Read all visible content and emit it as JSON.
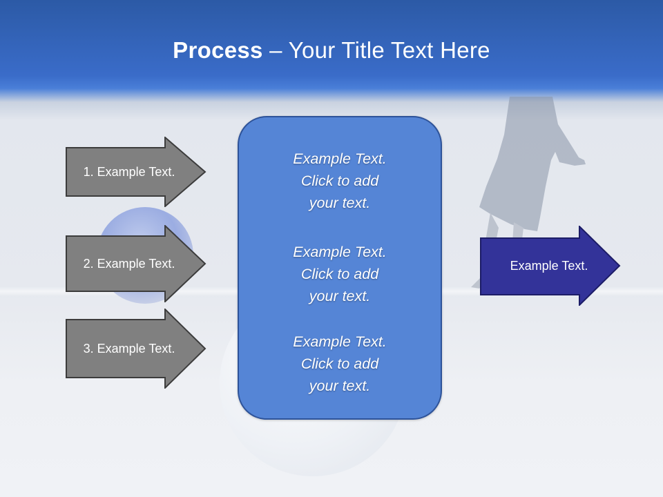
{
  "slide": {
    "title_bold": "Process",
    "title_rest": " – Your Title Text Here"
  },
  "steps": [
    {
      "label": "1. Example Text."
    },
    {
      "label": "2. Example Text."
    },
    {
      "label": "3. Example Text."
    }
  ],
  "center_box": {
    "blocks": [
      {
        "line1": "Example Text.",
        "line2": "Click  to add",
        "line3": "your text."
      },
      {
        "line1": "Example Text.",
        "line2": "Click  to add",
        "line3": "your text."
      },
      {
        "line1": "Example Text.",
        "line2": "Click  to add",
        "line3": "your text."
      }
    ]
  },
  "result": {
    "label": "Example Text."
  },
  "colors": {
    "step_arrow": "#808080",
    "result_arrow": "#333399",
    "center_box": "#5585d6",
    "header": "#3a6cc9"
  }
}
